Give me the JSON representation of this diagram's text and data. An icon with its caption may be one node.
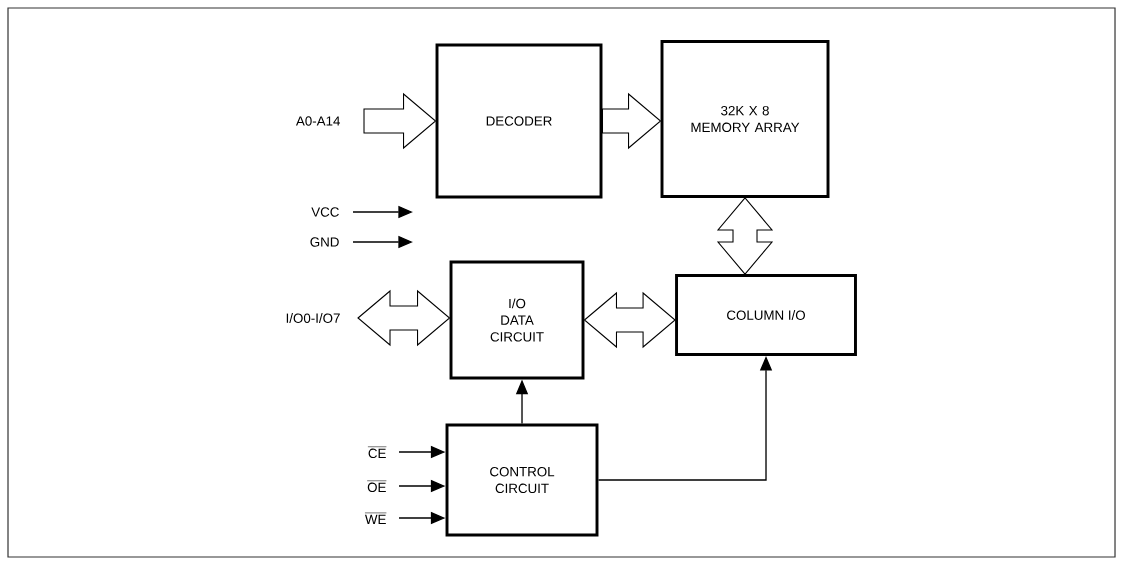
{
  "diagram": {
    "nodes": [
      {
        "text": [
          "A0-A14"
        ]
      },
      {
        "text": [
          "DECODER"
        ]
      },
      {
        "text": [
          "32K X 8 MEMORY ARRAY"
        ]
      },
      {
        "text": [
          "VCC"
        ]
      },
      {
        "text": [
          "GND"
        ]
      },
      {
        "text": [
          "I/O0-I/O7"
        ]
      },
      {
        "text": [
          "I/O DATA CIRCUIT"
        ]
      },
      {
        "text": [
          "COLUMN I/O"
        ]
      },
      {
        "text": [
          "\\overline{\\mathrm{CE}}"
        ]
      },
      {
        "text": [
          "\\overline{\\mathrm{OE}}"
        ]
      },
      {
        "text": [
          "\\overline{\\mathrm{WE}}"
        ]
      },
      {
        "text": [
          "CONTROL CIRCUIT"
        ]
      }
    ],
    "edges": [
      {
        "from": 0,
        "to": 1,
        "arrow": "to",
        "style": "thick"
      },
      {
        "from": 1,
        "to": 2,
        "arrow": "to",
        "style": "thick"
      },
      {
        "from": 2,
        "to": 7,
        "arrow": "both",
        "style": "thick"
      },
      {
        "from": 5,
        "to": 6,
        "arrow": "both",
        "style": "thick"
      },
      {
        "from": 6,
        "to": 7,
        "arrow": "both",
        "style": "thick"
      },
      {
        "from": 3,
        "to": null,
        "arrow": "to"
      },
      {
        "from": 4,
        "to": null,
        "arrow": "to"
      },
      {
        "from": 8,
        "to": 11,
        "arrow": "to"
      },
      {
        "from": 9,
        "to": 11,
        "arrow": "to"
      },
      {
        "from": 10,
        "to": 11,
        "arrow": "to"
      },
      {
        "from": 11,
        "to": 6,
        "arrow": "to"
      },
      {
        "from": 11,
        "to": 7,
        "arrow": "to"
      }
    ]
  }
}
